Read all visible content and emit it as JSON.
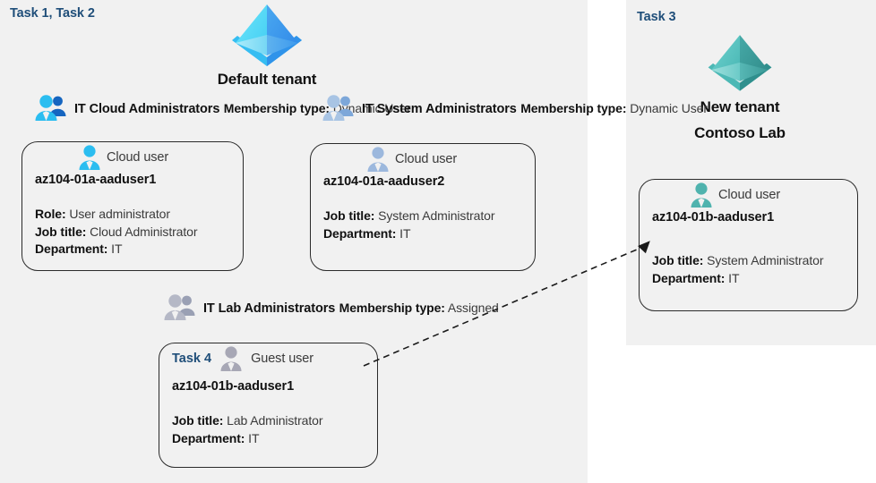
{
  "panels": {
    "left": {
      "task_label": "Task 1, Task 2"
    },
    "right": {
      "task_label": "Task 3"
    }
  },
  "tenants": {
    "default": {
      "name": "Default tenant",
      "icon": "azure-ad-tenant-icon",
      "color": "#32b7f0"
    },
    "new": {
      "name_line1": "New  tenant",
      "name_line2": "Contoso Lab",
      "icon": "azure-ad-tenant-icon",
      "color": "#49b3b0"
    }
  },
  "groups": {
    "cloud_admins": {
      "title": "IT Cloud Administrators",
      "membership_label": "Membership type:",
      "membership_value": "Dynamic User",
      "icon": "users-group-icon",
      "icon_color": "#2bbdf0"
    },
    "system_admins": {
      "title": "IT System Administrators",
      "membership_label": "Membership type:",
      "membership_value": "Dynamic User",
      "icon": "users-group-icon",
      "icon_color": "#9cb8dd"
    },
    "lab_admins": {
      "title": "IT Lab Administrators",
      "membership_label": "Membership type:",
      "membership_value": "Assigned",
      "icon": "users-group-icon",
      "icon_color": "#a7a7b5"
    }
  },
  "cards": {
    "user1": {
      "user_type": "Cloud user",
      "icon": "cloud-user-icon",
      "icon_color": "#2bbdf0",
      "upn": "az104-01a-aaduser1",
      "props": [
        {
          "label": "Role:",
          "value": "User administrator"
        },
        {
          "label": "Job title:",
          "value": "Cloud Administrator"
        },
        {
          "label": "Department:",
          "value": "IT"
        }
      ]
    },
    "user2": {
      "user_type": "Cloud user",
      "icon": "cloud-user-icon",
      "icon_color": "#9cb8dd",
      "upn": "az104-01a-aaduser2",
      "props": [
        {
          "label": "Job title:",
          "value": "System Administrator"
        },
        {
          "label": "Department:",
          "value": "IT"
        }
      ]
    },
    "user3": {
      "user_type": "Cloud user",
      "icon": "cloud-user-icon",
      "icon_color": "#4fb3ae",
      "upn": "az104-01b-aaduser1",
      "props": [
        {
          "label": "Job title:",
          "value": "System Administrator"
        },
        {
          "label": "Department:",
          "value": "IT"
        }
      ]
    },
    "user4": {
      "task_label": "Task 4",
      "user_type": "Guest user",
      "icon": "guest-user-icon",
      "icon_color": "#a7a7b5",
      "upn": "az104-01b-aaduser1",
      "props": [
        {
          "label": "Job title:",
          "value": "Lab Administrator"
        },
        {
          "label": "Department:",
          "value": "IT"
        }
      ]
    }
  },
  "connector": {
    "name": "guest-to-new-tenant-arrow",
    "style": "dashed-arrow",
    "color": "#1a1a1a"
  },
  "colors": {
    "panel_bg": "#f1f1f1",
    "task_blue": "#1f4e79",
    "text_dark": "#111111",
    "text_body": "#3a3a3a",
    "card_border": "#2b2b2b"
  }
}
